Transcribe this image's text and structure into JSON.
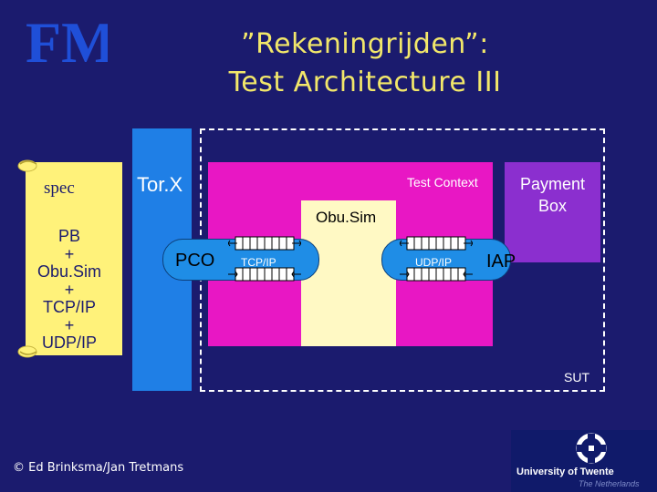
{
  "title": {
    "line1": "”Rekeningrijden”:",
    "line2": "Test Architecture III"
  },
  "logo": {
    "text": "FM",
    "color": "#1f4fd8"
  },
  "scroll": {
    "spec": "spec",
    "stack": [
      "PB",
      "+",
      "Obu.Sim",
      "+",
      "TCP/IP",
      "+",
      "UDP/IP"
    ]
  },
  "diagram": {
    "torx": "Tor.X",
    "test_context": "Test Context",
    "obusim": "Obu.Sim",
    "payment_box": [
      "Payment",
      "Box"
    ],
    "pco": "PCO",
    "tcpip": "TCP/IP",
    "udpip": "UDP/IP",
    "iap": "IAP",
    "sut": "SUT"
  },
  "footer": {
    "copyright": "© Ed Brinksma/Jan Tretmans",
    "university": "University of Twente",
    "country": "The Netherlands"
  },
  "colors": {
    "background": "#1b1b6e",
    "title": "#f2e76a",
    "torx_bar": "#1f7fe6",
    "test_context": "#e817c4",
    "obusim": "#fff9c4",
    "payment_box": "#8b2fcf",
    "pill": "#1f8de6",
    "scroll": "#fff27a"
  }
}
